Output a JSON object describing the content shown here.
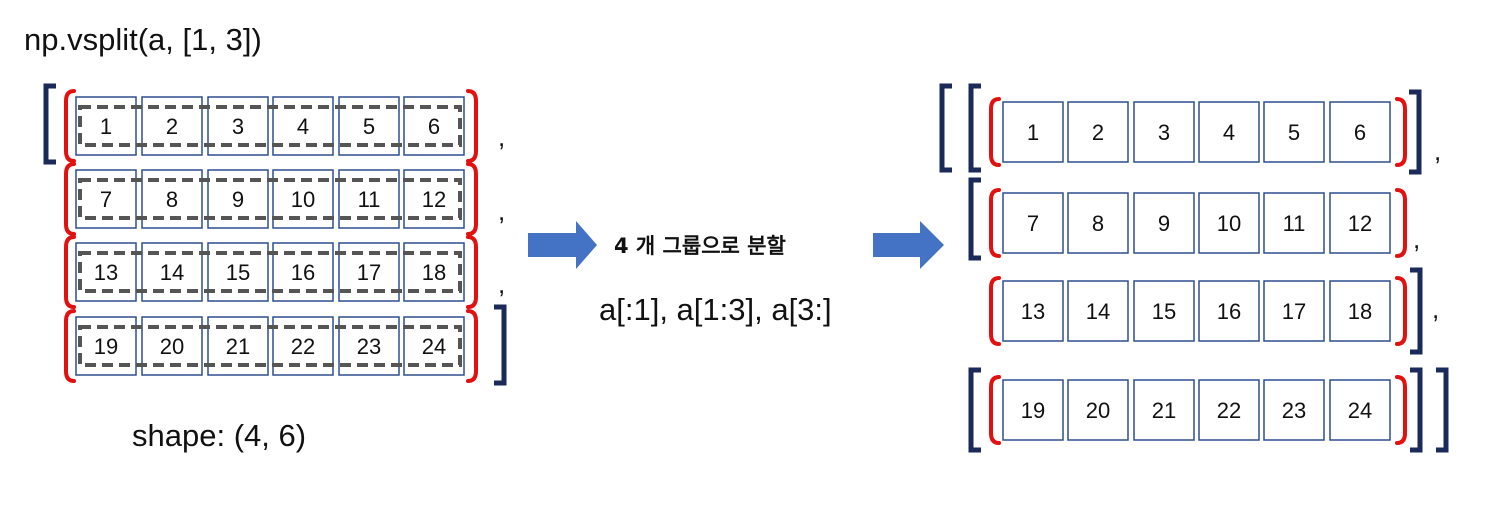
{
  "title": "np.vsplit(a, [1, 3])",
  "shape_label": "shape: (4, 6)",
  "split_label": "4 개 그룹으로 분할",
  "slices_label": "a[:1], a[1:3], a[3:]",
  "matrix": [
    [
      "1",
      "2",
      "3",
      "4",
      "5",
      "6"
    ],
    [
      "7",
      "8",
      "9",
      "10",
      "11",
      "12"
    ],
    [
      "13",
      "14",
      "15",
      "16",
      "17",
      "18"
    ],
    [
      "19",
      "20",
      "21",
      "22",
      "23",
      "24"
    ]
  ],
  "comma": ",",
  "colors": {
    "cell_border": "#2f4f8f",
    "red_bracket": "#e31010",
    "navy_bracket": "#1a2a5a",
    "arrow": "#4472c4",
    "dashed": "#555555"
  }
}
